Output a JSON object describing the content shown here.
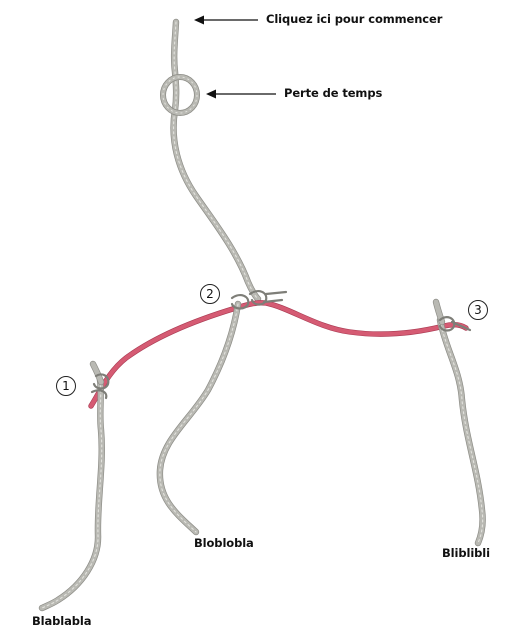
{
  "annotations": {
    "start_label": "Cliquez ici pour commencer",
    "loop_label": "Perte de temps"
  },
  "markers": [
    "1",
    "2",
    "3"
  ],
  "ends": {
    "left": "Blablabla",
    "middle": "Bloblobla",
    "right": "Bliblibli"
  },
  "colors": {
    "rope_grey": "#b9b9b3",
    "rope_red": "#d55b73",
    "ink": "#111111"
  }
}
